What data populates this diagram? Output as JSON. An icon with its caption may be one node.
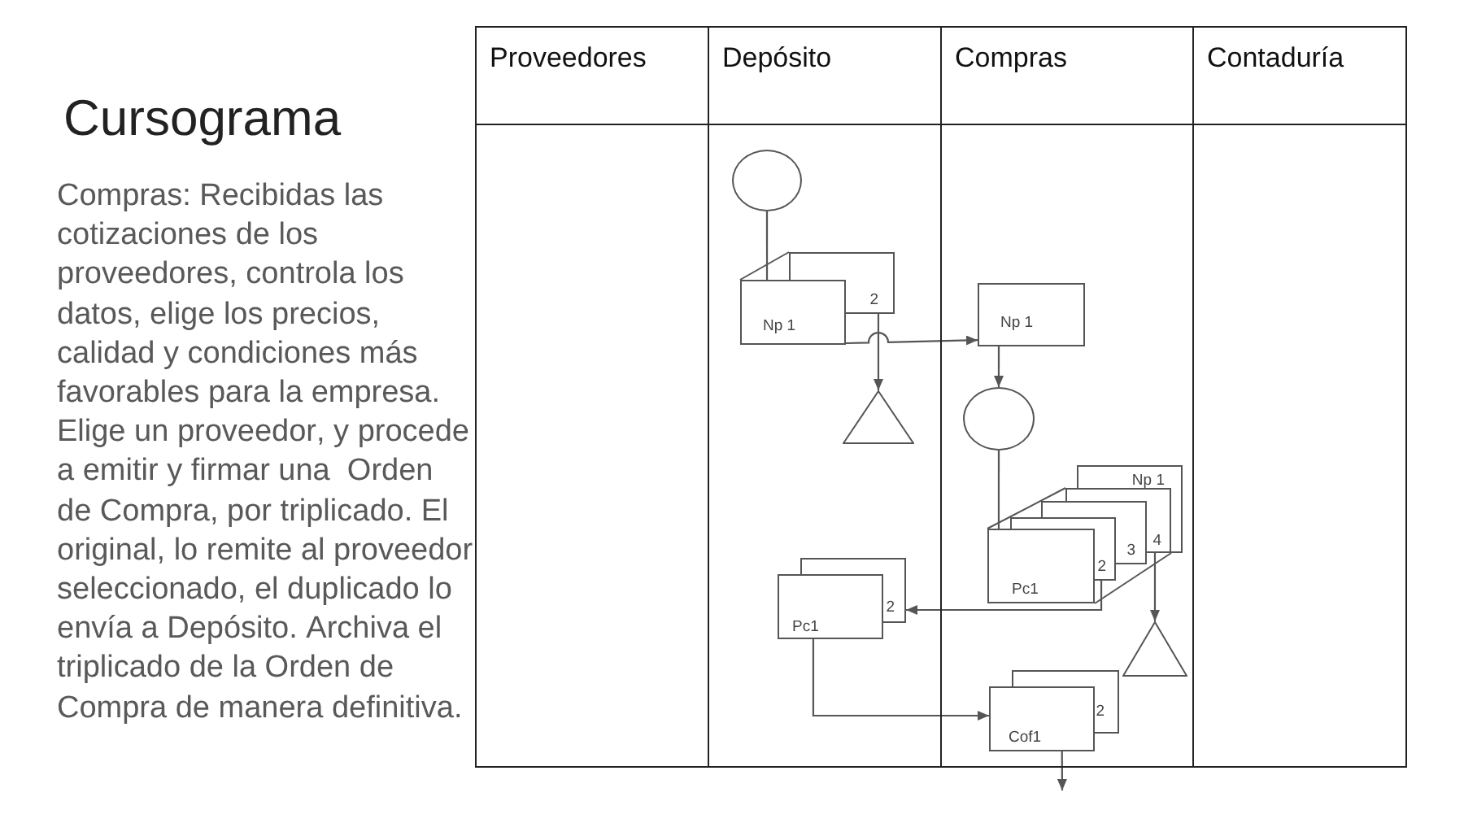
{
  "diagram": {
    "title": "Cursograma",
    "nodes": [
      {
        "text": [
          "Proveedores"
        ]
      },
      {
        "text": [
          "Depósito"
        ]
      },
      {
        "text": [
          "Compras"
        ]
      },
      {
        "text": [
          "Contaduría"
        ]
      },
      {
        "text": [],
        "shape": "circle",
        "in": 1
      },
      {
        "text": [
          "2"
        ],
        "in": 1
      },
      {
        "text": [
          "Np 1"
        ],
        "in": 1
      },
      {
        "text": [
          "Np 1"
        ],
        "in": 2
      },
      {
        "text": [],
        "shape": "triangle",
        "in": 1
      },
      {
        "text": [],
        "shape": "circle",
        "in": 2
      },
      {
        "text": [
          "Np 1"
        ],
        "in": 2
      },
      {
        "text": [
          "4"
        ],
        "in": 2
      },
      {
        "text": [
          "3"
        ],
        "in": 2
      },
      {
        "text": [
          "2"
        ],
        "in": 2
      },
      {
        "text": [
          "Pc1"
        ],
        "in": 2
      },
      {
        "text": [
          "2"
        ],
        "in": 1
      },
      {
        "text": [
          "Pc1"
        ],
        "in": 1
      },
      {
        "text": [],
        "shape": "triangle",
        "in": 2
      },
      {
        "text": [
          "2"
        ],
        "in": 2
      },
      {
        "text": [
          "Cof1"
        ],
        "in": 2
      }
    ],
    "edges": [
      {
        "from": 4,
        "to": 6,
        "arrow": "none"
      },
      {
        "from": 5,
        "to": 8,
        "arrow": "to"
      },
      {
        "from": 6,
        "to": 7,
        "arrow": "to"
      },
      {
        "from": 7,
        "to": 9,
        "arrow": "to"
      },
      {
        "from": 9,
        "to": 14,
        "arrow": "none"
      },
      {
        "from": 13,
        "to": 15,
        "arrow": "to"
      },
      {
        "from": 11,
        "to": 17,
        "arrow": "to"
      },
      {
        "from": 16,
        "to": 19,
        "arrow": "to"
      },
      {
        "from": 19,
        "to": null,
        "arrow": "to"
      }
    ],
    "labels": [
      "Compras: Recibidas las cotizaciones de los proveedores, controla los datos, elige los precios, calidad y condiciones más favorables para la empresa. Elige un proveedor, y procede a emitir y firmar una  Orden de Compra, por triplicado. El original, lo remite al proveedor seleccionado, el duplicado lo envía a Depósito. Archiva el triplicado de la Orden de Compra de manera definitiva."
    ]
  }
}
